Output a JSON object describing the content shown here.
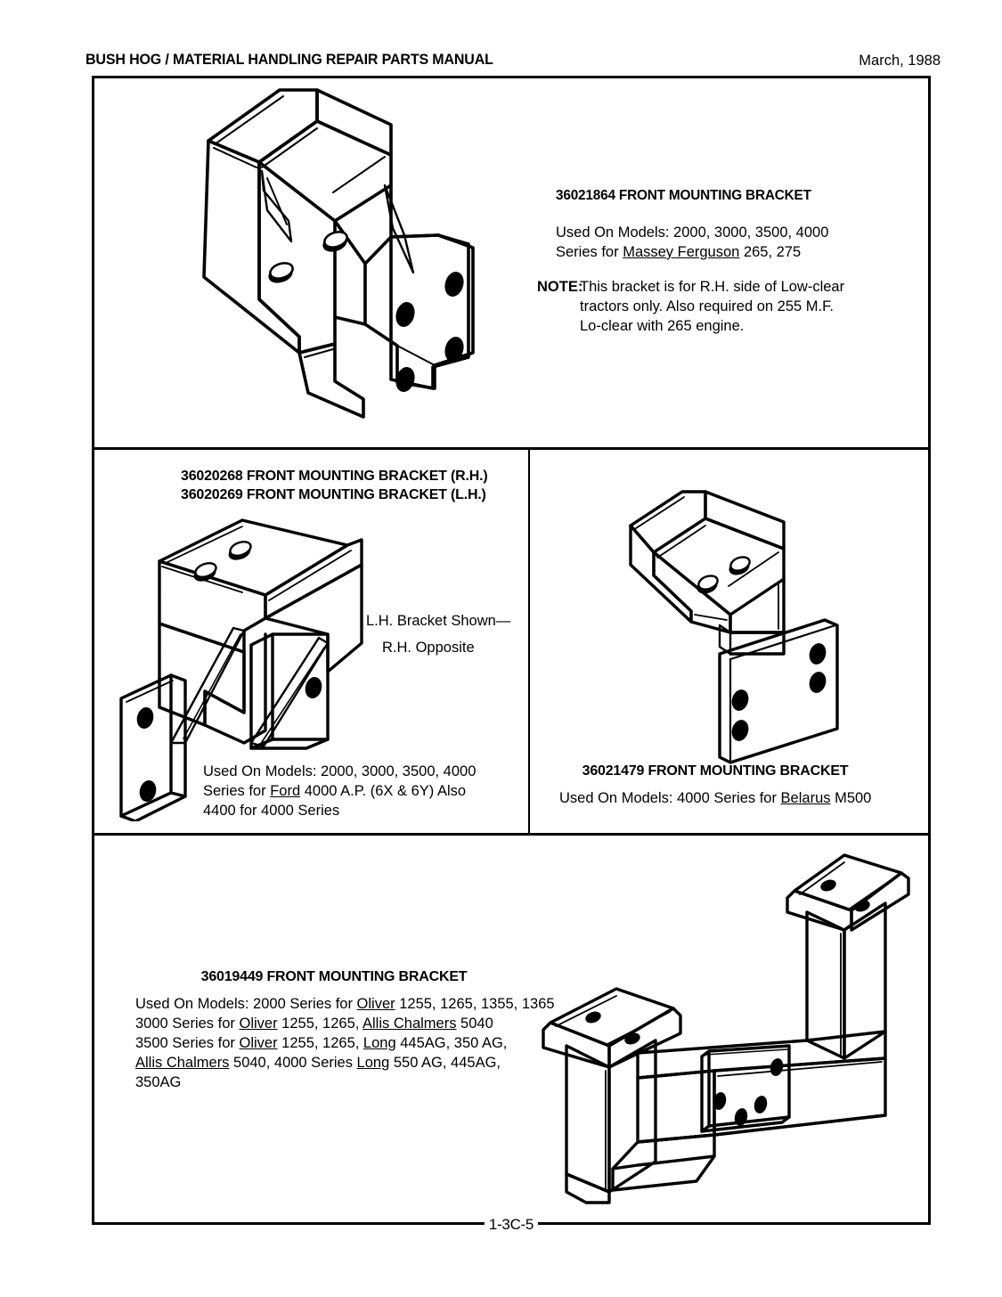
{
  "header": {
    "title": "BUSH HOG / MATERIAL HANDLING REPAIR PARTS MANUAL",
    "date": "March, 1988"
  },
  "footer": {
    "page_number": "1-3C-5"
  },
  "panels": {
    "panel1": {
      "title": "36021864 FRONT MOUNTING BRACKET",
      "models_line1": "Used On Models:  2000, 3000, 3500, 4000",
      "models_line2_pre": "Series for ",
      "models_line2_brand": "Massey Ferguson",
      "models_line2_post": " 265, 275",
      "note_label": "NOTE:",
      "note_line1": "This bracket is for R.H. side of Low-clear",
      "note_line2": "tractors only. Also required on 255 M.F.",
      "note_line3": "Lo-clear with 265 engine."
    },
    "panel2": {
      "title_line1": "36020268 FRONT MOUNTING BRACKET (R.H.)",
      "title_line2": "36020269 FRONT MOUNTING BRACKET (L.H.)",
      "callout_line1": "L.H. Bracket Shown—",
      "callout_line2": "R.H. Opposite",
      "models_line1": "Used On Models:  2000, 3000, 3500, 4000",
      "models_line2_pre": "Series for ",
      "models_line2_brand": "Ford",
      "models_line2_post": " 4000 A.P. (6X & 6Y) Also",
      "models_line3": "4400 for 4000 Series"
    },
    "panel3": {
      "title": "36021479 FRONT MOUNTING BRACKET",
      "models_pre": "Used On Models:  4000 Series for ",
      "models_brand": "Belarus",
      "models_post": " M500"
    },
    "panel4": {
      "title": "36019449 FRONT MOUNTING BRACKET",
      "line1_pre": "Used On Models:  2000 Series for ",
      "line1_brand": "Oliver",
      "line1_post": " 1255, 1265, 1355, 1365",
      "line2_pre": "3000 Series for ",
      "line2_brand1": "Oliver",
      "line2_mid": " 1255, 1265, ",
      "line2_brand2": "Allis Chalmers",
      "line2_post": " 5040",
      "line3_pre": "3500 Series for ",
      "line3_brand1": "Oliver",
      "line3_mid": " 1255, 1265, ",
      "line3_brand2": "Long",
      "line3_post": " 445AG, 350 AG,",
      "line4_brand1": "Allis Chalmers",
      "line4_mid": " 5040, 4000 Series ",
      "line4_brand2": "Long",
      "line4_post": " 550 AG, 445AG,",
      "line5": "350AG"
    }
  },
  "illustrations": {
    "panel1": "front-mounting-bracket-36021864-isometric",
    "panel2": "front-mounting-bracket-36020268-36020269-isometric",
    "panel3": "front-mounting-bracket-36021479-isometric",
    "panel4": "front-mounting-bracket-36019449-isometric"
  },
  "colors": {
    "ink": "#000000",
    "paper": "#ffffff"
  }
}
